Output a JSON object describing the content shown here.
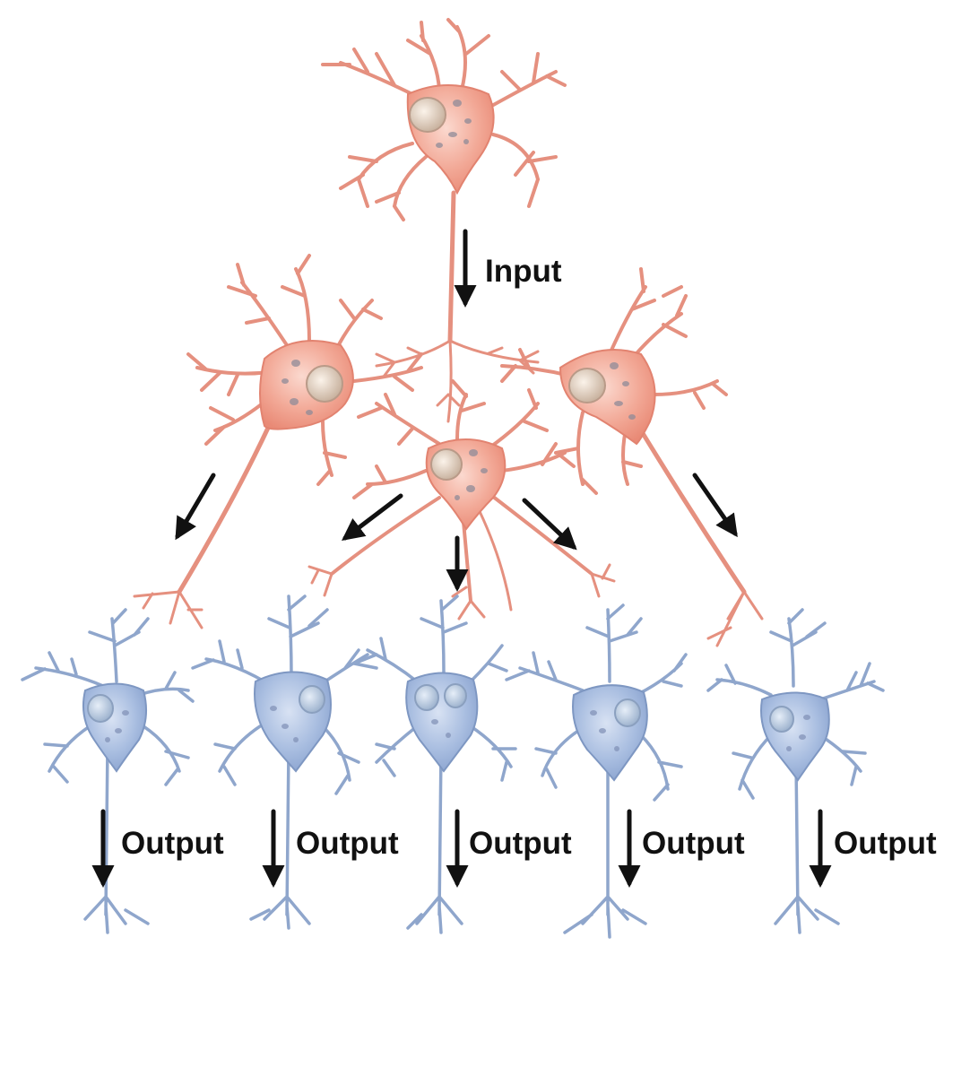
{
  "diagram": {
    "input_label": "Input",
    "output_labels": [
      "Output",
      "Output",
      "Output",
      "Output",
      "Output"
    ]
  },
  "colors": {
    "presynaptic_outline": "#e5907f",
    "presynaptic_fill": "#f6c8bb",
    "presynaptic_body": "#f0a290",
    "postsynaptic_outline": "#8fa6cc",
    "postsynaptic_fill": "#c9d6ec",
    "postsynaptic_body": "#9fb5dc",
    "arrow": "#111111",
    "background": "#ffffff"
  }
}
